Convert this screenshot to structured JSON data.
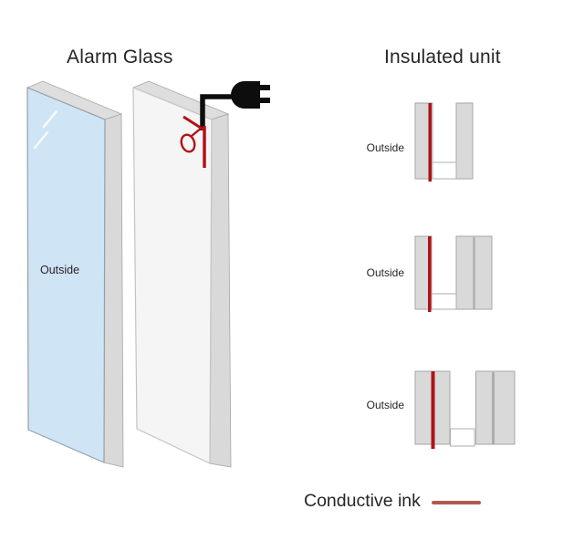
{
  "colors": {
    "text_dark": "#262626",
    "accent_red": "#b01218",
    "ink_legend": "#b2594f",
    "glass_blue": "#cfe4f5",
    "glass_gray": "#d9d9d9",
    "glass_gray_border": "#a6a6a6",
    "pane_white": "#f5f5f5",
    "pane_white_border": "#c3c3c3",
    "spacer_border": "#adadad",
    "plug_black": "#0d0d0d"
  },
  "left_panel": {
    "title": "Alarm Glass",
    "outside_label": "Outside",
    "icons": {
      "plug": "power-plug-icon",
      "circuit": "conductive-ink-sensor-icon"
    }
  },
  "right_panel": {
    "title": "Insulated unit",
    "units": [
      {
        "outside_label": "Outside"
      },
      {
        "outside_label": "Outside"
      },
      {
        "outside_label": "Outside"
      }
    ]
  },
  "legend": {
    "label": "Conductive ink"
  }
}
